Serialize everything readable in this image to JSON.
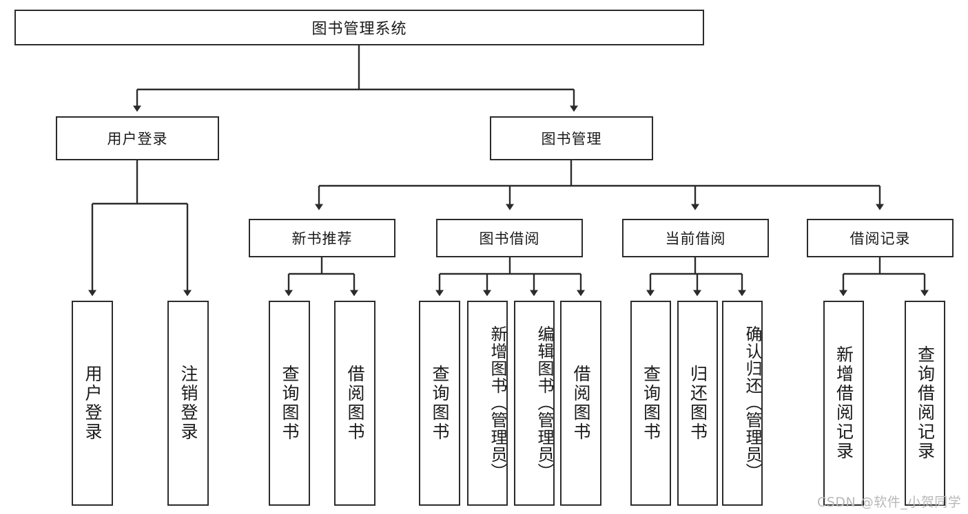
{
  "diagram": {
    "title": "图书管理系统",
    "type": "tree",
    "root": {
      "label": "图书管理系统"
    },
    "level2": [
      {
        "label": "用户登录"
      },
      {
        "label": "图书管理"
      }
    ],
    "level3": [
      {
        "label": "新书推荐"
      },
      {
        "label": "图书借阅"
      },
      {
        "label": "当前借阅"
      },
      {
        "label": "借阅记录"
      }
    ],
    "leaves": {
      "user_login": [
        {
          "label": "用户登录"
        },
        {
          "label": "注销登录"
        }
      ],
      "new_book_recommend": [
        {
          "label": "查询图书"
        },
        {
          "label": "借阅图书"
        }
      ],
      "book_borrow": [
        {
          "label": "查询图书"
        },
        {
          "label": "新增图书（管理员）"
        },
        {
          "label": "编辑图书（管理员）"
        },
        {
          "label": "借阅图书"
        }
      ],
      "current_borrow": [
        {
          "label": "查询图书"
        },
        {
          "label": "归还图书"
        },
        {
          "label": "确认归还（管理员）"
        }
      ],
      "borrow_record": [
        {
          "label": "新增借阅记录"
        },
        {
          "label": "查询借阅记录"
        }
      ]
    }
  },
  "watermark": {
    "text": "CSDN @软件_小贺同学"
  },
  "colors": {
    "stroke": "#2b2b2b",
    "background": "#ffffff",
    "text": "#1a1a1a",
    "watermark": "#b8b8b8"
  }
}
